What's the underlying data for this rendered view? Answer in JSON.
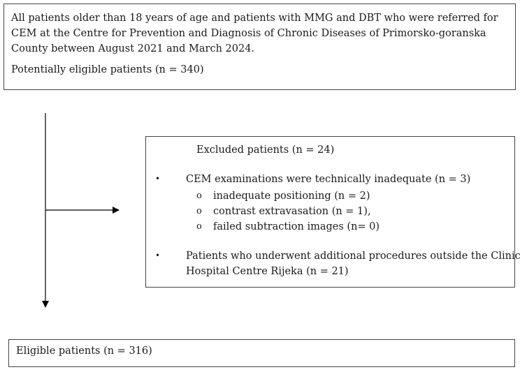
{
  "top_box": {
    "description": "All patients older than 18 years of age and patients with MMG and DBT who were referred for CEM at the Centre for Prevention and Diagnosis of Chronic Diseases of Primorsko-goranska County between August 2021 and March 2024.",
    "count": "Potentially eligible patients (n = 340)"
  },
  "excluded_box": {
    "title": "Excluded patients (n = 24)",
    "bullet_symbol": "•",
    "sub_symbol": "o",
    "items": [
      {
        "text": "CEM examinations were technically inadequate (n = 3)",
        "sub_items": [
          "inadequate positioning (n = 2)",
          "contrast extravasation (n = 1),",
          "failed subtraction images (n= 0)"
        ]
      },
      {
        "text_line1": "Patients who underwent additional procedures outside the Clinical",
        "text_line2": "Hospital Centre Rijeka (n = 21)"
      }
    ]
  },
  "bottom_box": {
    "count": "Eligible patients (n = 316)"
  },
  "colors": {
    "border": "#444444",
    "arrow": "#000000",
    "text": "#1a1a1a"
  }
}
